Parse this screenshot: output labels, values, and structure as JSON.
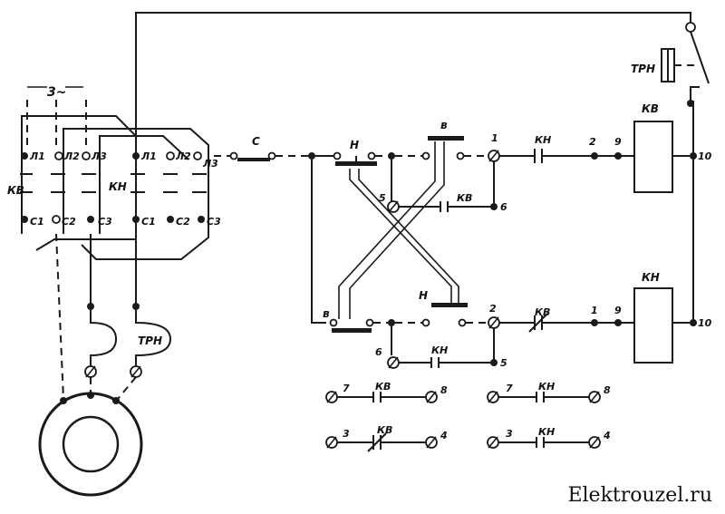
{
  "labels": {
    "three_phase": "3~",
    "l1": "Л1",
    "l2": "Л2",
    "l3": "Л3",
    "c1": "С1",
    "c2": "С2",
    "c3": "С3",
    "kv": "КВ",
    "kn": "КН",
    "trn": "ТРН",
    "s_button": "С",
    "n": "Н",
    "v": "в",
    "n1": "1",
    "n2": "2",
    "n3": "3",
    "n4": "4",
    "n5": "5",
    "n6": "6",
    "n7": "7",
    "n8": "8",
    "n9": "9",
    "n10": "10"
  },
  "watermark": "Elektrouzel.ru"
}
